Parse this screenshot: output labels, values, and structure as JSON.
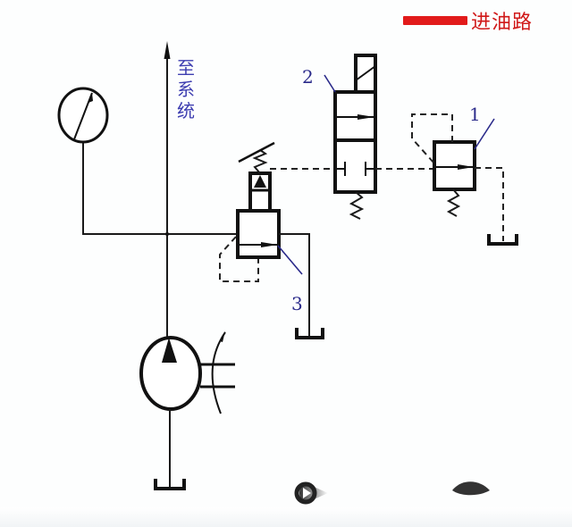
{
  "legend": {
    "label": "进油路",
    "swatch_color": "#e21b1b",
    "text_color": "#d01818"
  },
  "diagram": {
    "title": "",
    "to_system_label": "至系统",
    "to_system_color": "#3d3db0",
    "components": [
      {
        "id": "1",
        "label": "1",
        "type": "pilot-operated 2/2 valve (normally closed, spring return)"
      },
      {
        "id": "2",
        "label": "2",
        "type": "solenoid 2/2 directional valve (spring return)"
      },
      {
        "id": "3",
        "label": "3",
        "type": "pilot-operated relief valve"
      },
      {
        "id": "pump",
        "label": "",
        "type": "variable displacement pump with drive"
      },
      {
        "id": "gauge",
        "label": "",
        "type": "pressure gauge"
      },
      {
        "id": "tank-main",
        "label": "",
        "type": "reservoir"
      },
      {
        "id": "tank-relief",
        "label": "",
        "type": "reservoir"
      },
      {
        "id": "tank-pilot",
        "label": "",
        "type": "reservoir"
      }
    ],
    "line_color": "#1a1a1a",
    "label_color": "#2a2a8a"
  },
  "player": {
    "play_icon": "play-icon",
    "secondary_icon": "shape-icon"
  }
}
